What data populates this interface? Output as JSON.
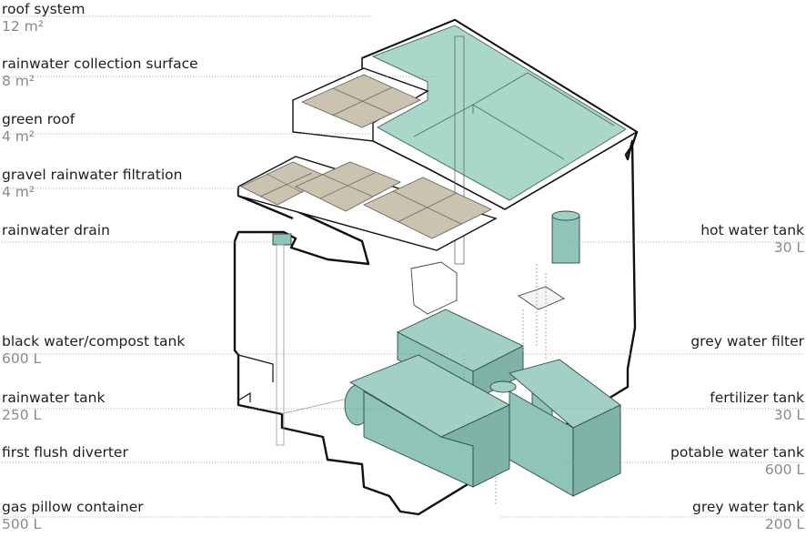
{
  "labels_left": [
    {
      "id": "roof-system",
      "name": "roof system",
      "value": "12 m²"
    },
    {
      "id": "rainwater-collection-surface",
      "name": "rainwater collection surface",
      "value": "8 m²"
    },
    {
      "id": "green-roof",
      "name": "green roof",
      "value": "4 m²"
    },
    {
      "id": "gravel-rainwater-filtration",
      "name": "gravel rainwater filtration",
      "value": "4 m²"
    },
    {
      "id": "rainwater-drain",
      "name": "rainwater drain",
      "value": ""
    },
    {
      "id": "black-water-compost-tank",
      "name": "black water/compost tank",
      "value": "600 L"
    },
    {
      "id": "rainwater-tank",
      "name": "rainwater tank",
      "value": "250 L"
    },
    {
      "id": "first-flush-diverter",
      "name": "first flush diverter",
      "value": ""
    },
    {
      "id": "gas-pillow-container",
      "name": "gas pillow container",
      "value": "500 L"
    }
  ],
  "labels_right": [
    {
      "id": "hot-water-tank",
      "name": "hot water tank",
      "value": "30 L"
    },
    {
      "id": "grey-water-filter",
      "name": "grey water filter",
      "value": ""
    },
    {
      "id": "fertilizer-tank",
      "name": "fertilizer tank",
      "value": "30 L"
    },
    {
      "id": "potable-water-tank",
      "name": "potable water tank",
      "value": "600 L"
    },
    {
      "id": "grey-water-tank",
      "name": "grey water tank",
      "value": "200 L"
    }
  ],
  "colors": {
    "tank_fill": "#8fc4b8",
    "tank_side": "#7fb3a7",
    "roof_green": "#a9d8cb",
    "gravel": "#c9c3b0",
    "outline": "#111111",
    "leader": "#9a9a9a",
    "value_text": "#8a8a8a"
  }
}
